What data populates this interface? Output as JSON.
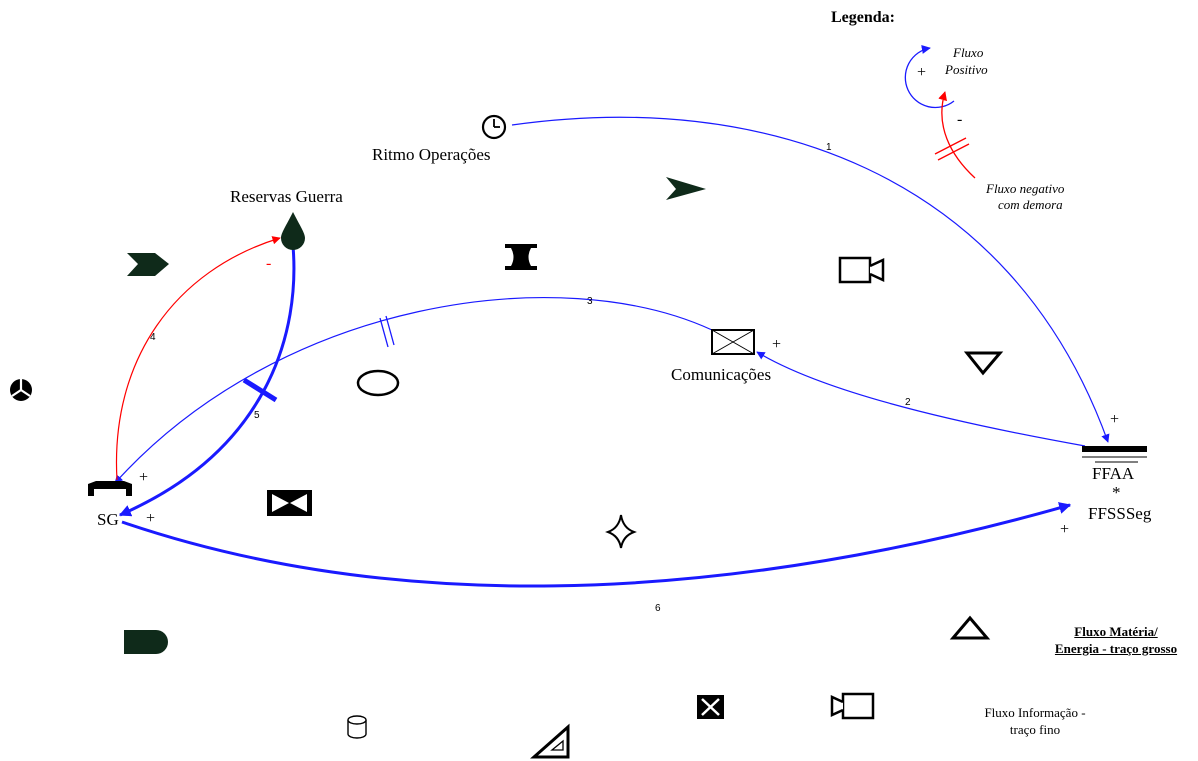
{
  "nodes": {
    "ritmo": "Ritmo Operações",
    "reservas": "Reservas Guerra",
    "comunicacoes": "Comunicações",
    "sg": "SG",
    "ffaa_top": "FFAA",
    "ffaa_star": "*",
    "ffaa_bottom": "FFSSSeg"
  },
  "signs": {
    "ffaa_plus_top": "+",
    "comunicacoes_plus": "+",
    "sg_plus_1": "+",
    "sg_plus_2": "+",
    "reservas_minus": "-",
    "ffaa_plus_bottom": "+"
  },
  "link_numbers": {
    "l1": "1",
    "l2": "2",
    "l3": "3",
    "l4": "4",
    "l5": "5",
    "l6": "6"
  },
  "legend": {
    "title": "Legenda:",
    "positive_loop_line1": "Fluxo",
    "positive_loop_line2": "Positivo",
    "positive_plus": "+",
    "negative_minus": "-",
    "negative_line1": "Fluxo negativo",
    "negative_line2": "com demora",
    "matter_line1": "Fluxo Matéria/",
    "matter_line2": "Energia - traço grosso",
    "info_line1": "Fluxo Informação -",
    "info_line2": "traço fino"
  },
  "colors": {
    "blue": "#1a1aff",
    "red": "#ff0000",
    "black": "#000000"
  }
}
